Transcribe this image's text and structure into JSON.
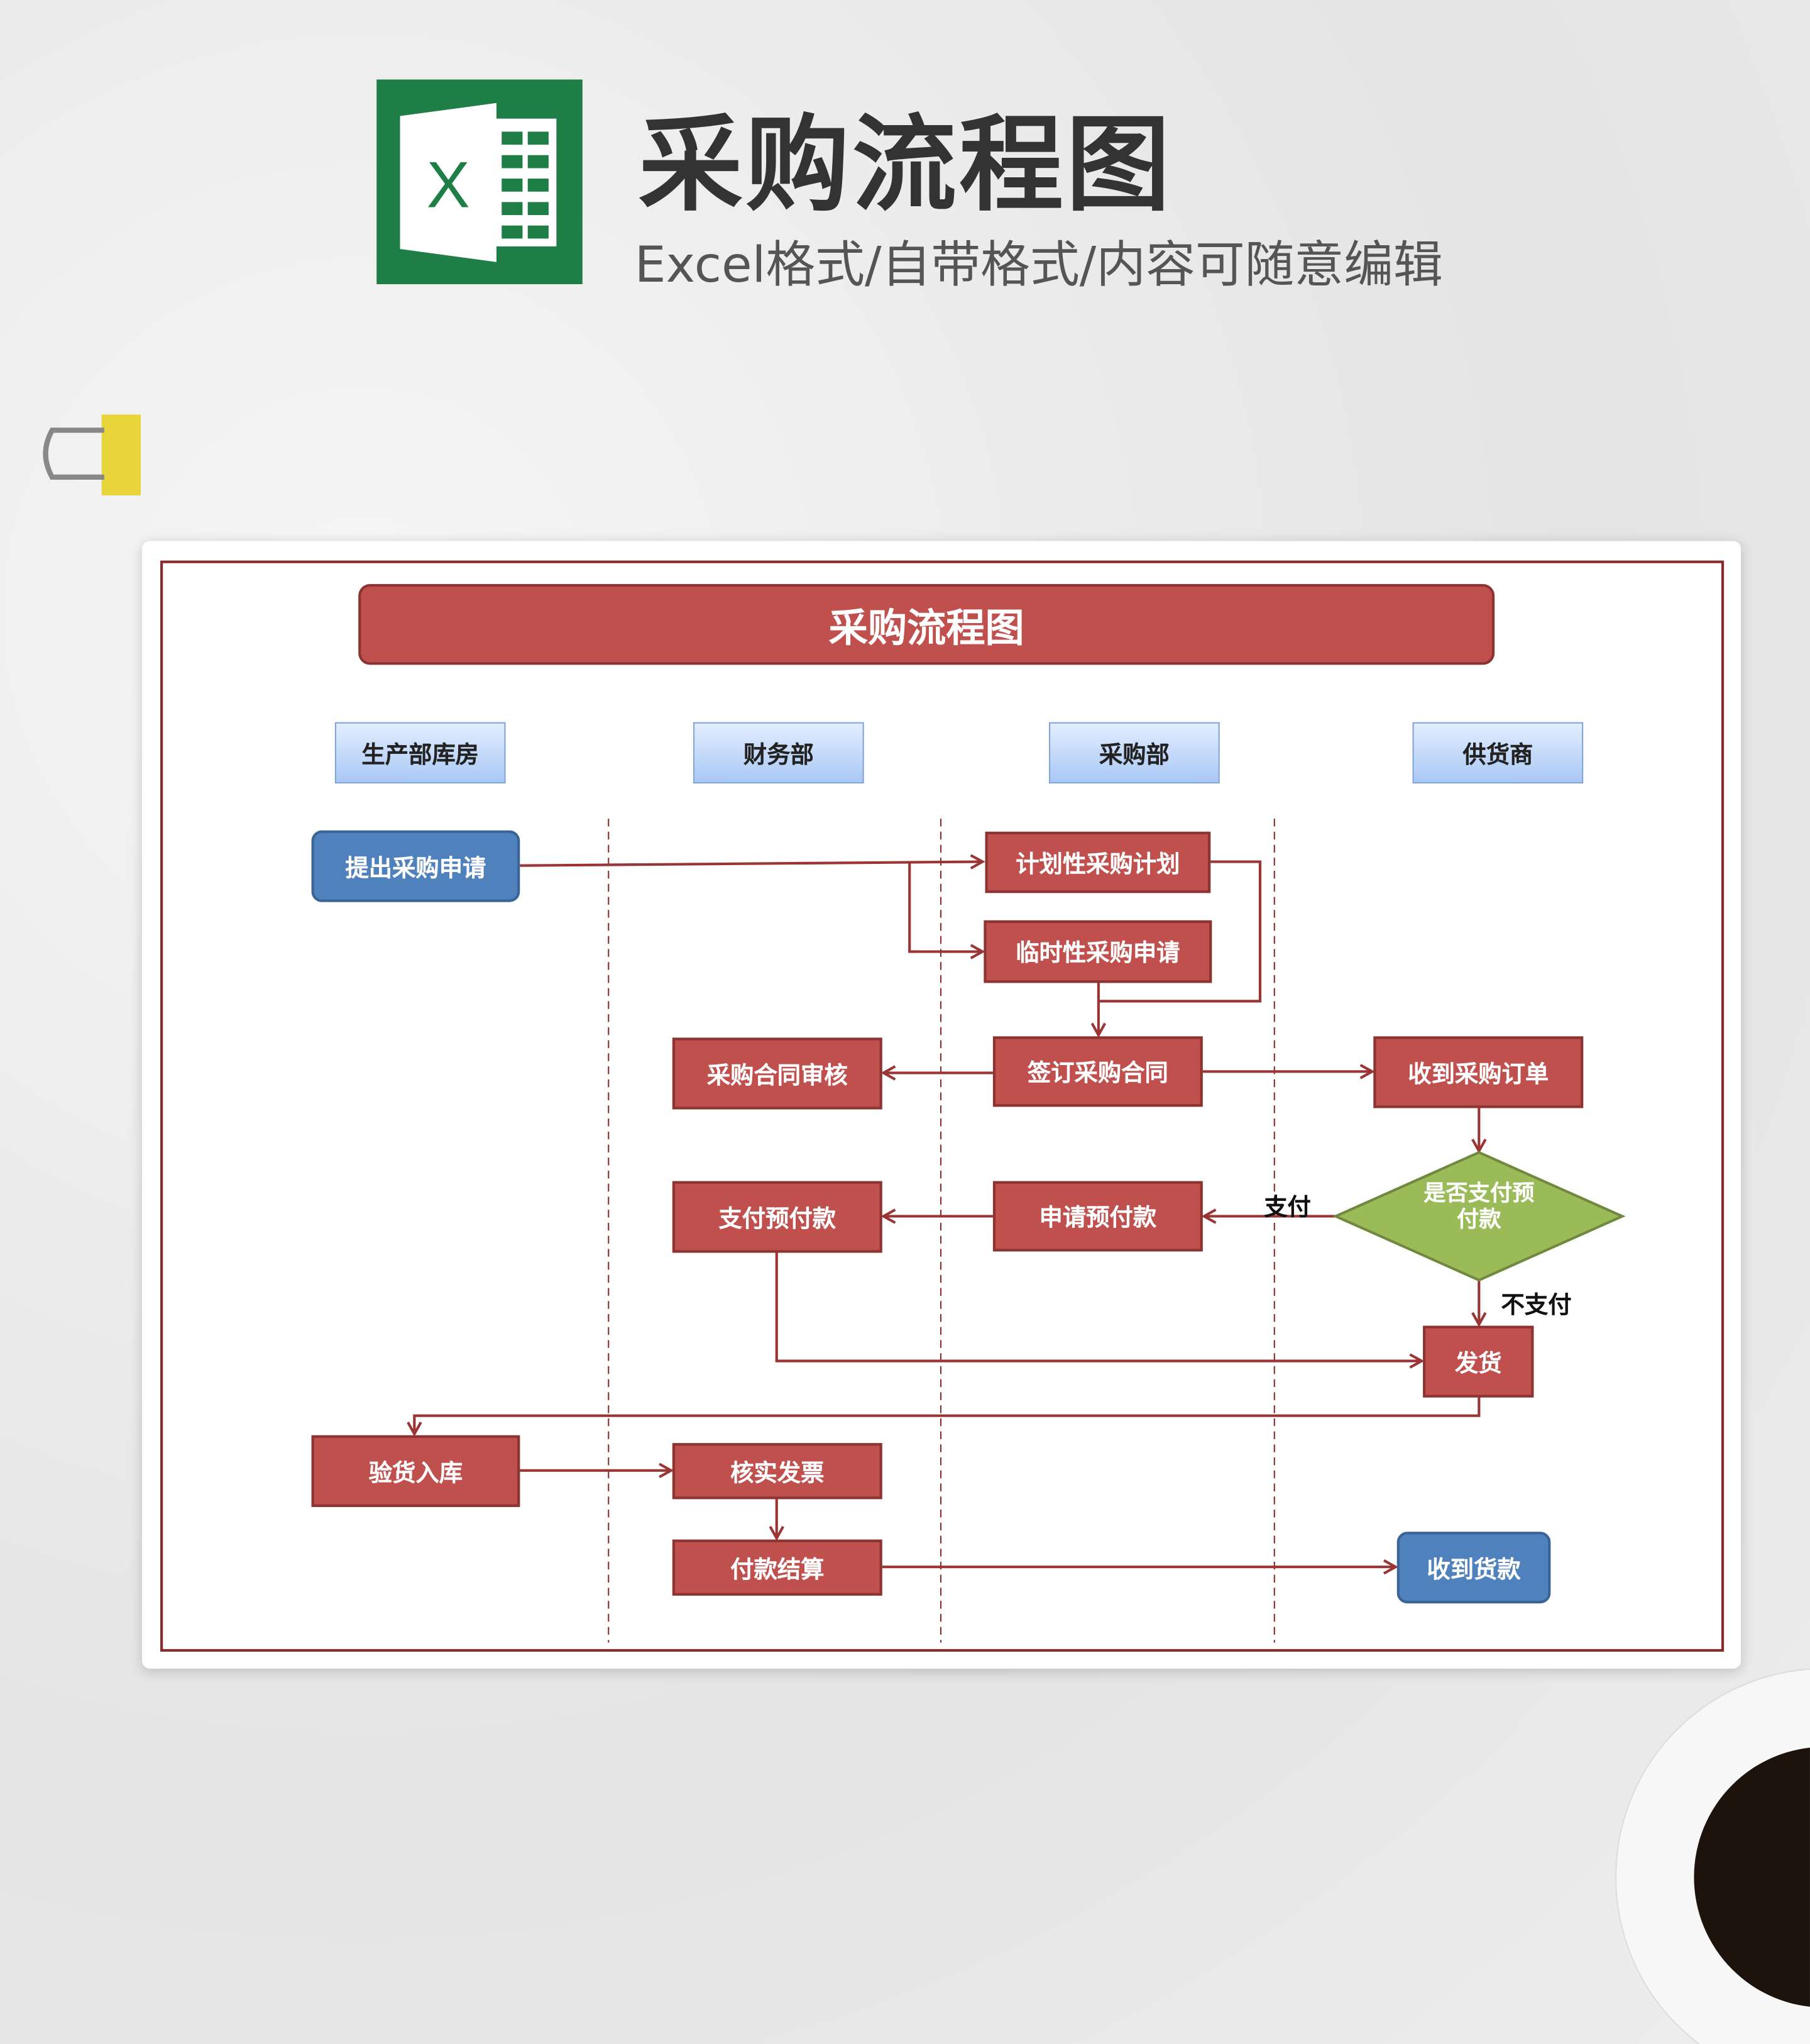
{
  "header": {
    "title": "采购流程图",
    "subtitle": "Excel格式/自带格式/内容可随意编辑",
    "logo_letter": "X"
  },
  "chart": {
    "banner": "采购流程图",
    "lanes": [
      "生产部库房",
      "财务部",
      "采购部",
      "供货商"
    ],
    "nodes": {
      "request": "提出采购申请",
      "planned": "计划性采购计划",
      "temporary": "临时性采购申请",
      "review": "采购合同审核",
      "sign": "签订采购合同",
      "receive_order": "收到采购订单",
      "decision": "是否支付预付款",
      "pay_advance": "支付预付款",
      "apply_advance": "申请预付款",
      "ship": "发货",
      "inspect": "验货入库",
      "verify_invoice": "核实发票",
      "settle": "付款结算",
      "receive_payment": "收到货款"
    },
    "edge_labels": {
      "pay": "支付",
      "no_pay": "不支付"
    }
  },
  "colors": {
    "box": "#c0504d",
    "blue": "#4f81bd",
    "green": "#9bbb59",
    "line": "#9b3434"
  }
}
